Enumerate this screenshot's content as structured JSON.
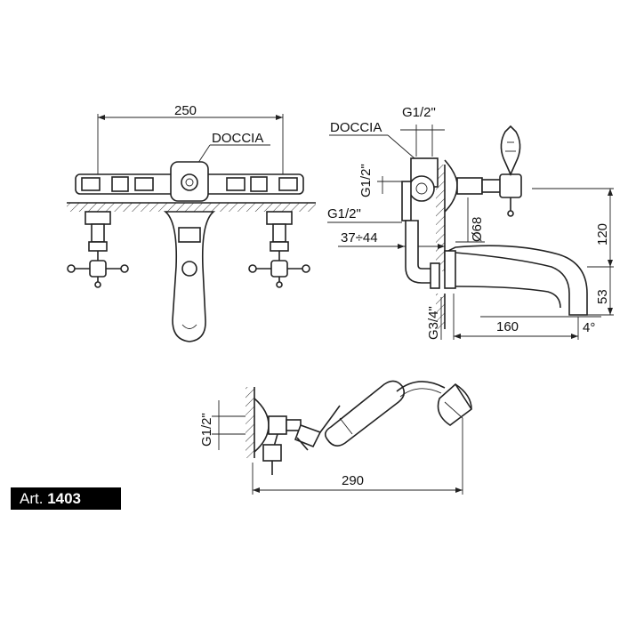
{
  "front_view": {
    "dim_width": "250",
    "label_doccia": "DOCCIA"
  },
  "side_view": {
    "label_doccia": "DOCCIA",
    "label_g12_top": "G1/2\"",
    "label_g12_vertical": "G1/2\"",
    "label_g12_left": "G1/2\"",
    "label_range": "37÷44",
    "label_diameter": "Ø68",
    "label_g34": "G3/4\"",
    "dim_height_120": "120",
    "dim_height_53": "53",
    "dim_length_160": "160",
    "dim_angle": "4°"
  },
  "handshower_view": {
    "label_g12": "G1/2\"",
    "dim_length_290": "290"
  },
  "article": {
    "prefix": "Art.",
    "number": "1403"
  }
}
